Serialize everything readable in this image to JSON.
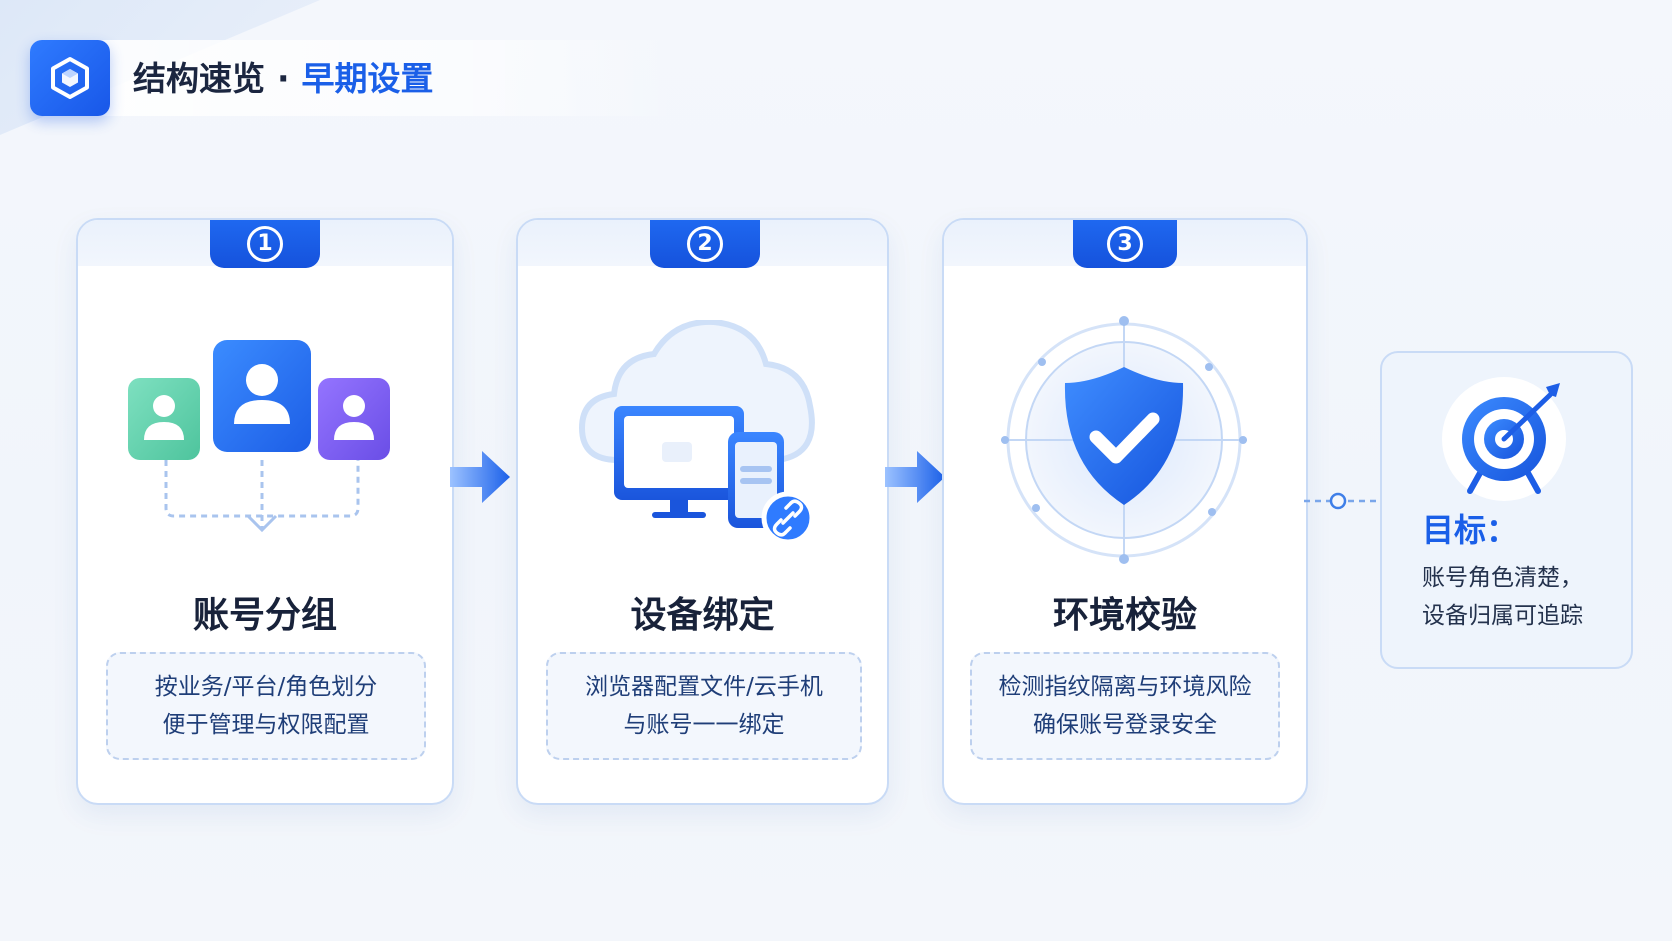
{
  "header": {
    "title": "结构速览",
    "separator": "·",
    "subtitle": "早期设置",
    "logo_icon": "cube-icon"
  },
  "steps": [
    {
      "number": "1",
      "title": "账号分组",
      "desc_line1": "按业务/平台/角色划分",
      "desc_line2": "便于管理与权限配置",
      "icon": "user-group-icon"
    },
    {
      "number": "2",
      "title": "设备绑定",
      "desc_line1": "浏览器配置文件/云手机",
      "desc_line2": "与账号一一绑定",
      "icon": "cloud-device-icon"
    },
    {
      "number": "3",
      "title": "环境校验",
      "desc_line1": "检测指纹隔离与环境风险",
      "desc_line2": "确保账号登录安全",
      "icon": "shield-check-icon"
    }
  ],
  "goal": {
    "title": "目标：",
    "line1": "账号角色清楚，",
    "line2": "设备归属可追踪",
    "icon": "target-icon"
  },
  "colors": {
    "accent": "#1a5fe8",
    "card_border": "#c9dbf6",
    "green_user": "#5fd1ad",
    "purple_user": "#7a5ff0"
  }
}
